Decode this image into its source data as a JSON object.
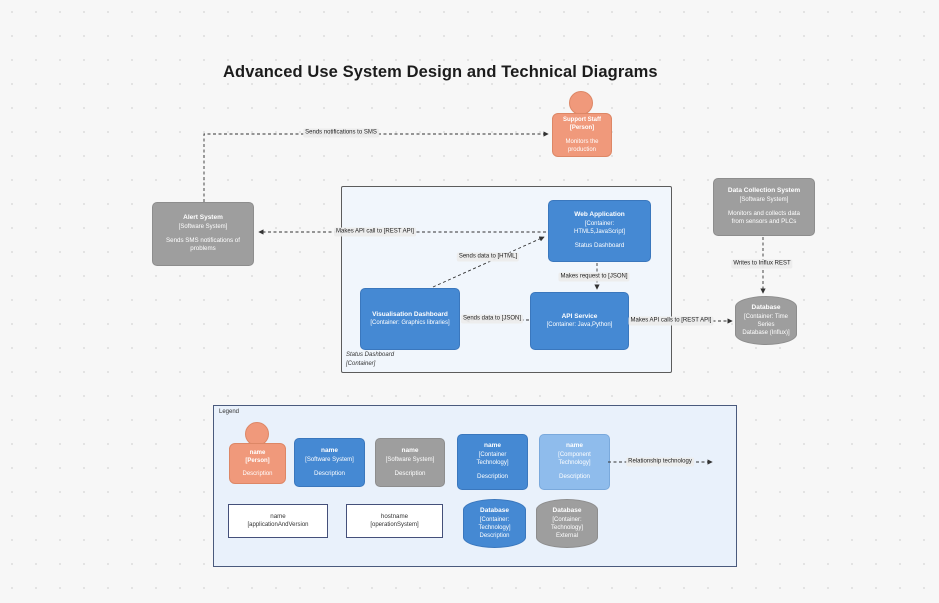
{
  "title": "Advanced Use System Design and Technical Diagrams",
  "colors": {
    "person_orange": "#F0997B",
    "container_blue": "#4589D3",
    "component_blue": "#8FBCEC",
    "external_gray": "#9E9E9E",
    "boundary_fill": "#F1F6FC",
    "legend_fill": "#E9F1FB",
    "canvas_bg": "#F7F7F7",
    "edge_color": "#333333"
  },
  "nodes": {
    "support_staff": {
      "name": "Support Staff\n[Person]",
      "desc": "Monitors the\nproduction"
    },
    "alert_system": {
      "name": "Alert System",
      "type": "[Software System]",
      "desc": "Sends SMS notifications of\nproblems"
    },
    "web_application": {
      "name": "Web Application",
      "type": "[Container:\nHTML5,JavaScript]",
      "desc": "Status Dashboard"
    },
    "visualisation_dashboard": {
      "name": "Visualisation Dashboard",
      "type": "[Container: Graphics libraries]"
    },
    "api_service": {
      "name": "API Service",
      "type": "[Container: Java,Python]"
    },
    "data_collection_system": {
      "name": "Data Collection System",
      "type": "[Software System]",
      "desc": "Monitors and collects data\nfrom sensors and PLCs"
    },
    "database": {
      "name": "Database",
      "type": "[Container: Time\nSeries\nDatabase (Influx)]"
    }
  },
  "boundary": {
    "label": "Status Dashboard\n[Container]"
  },
  "edges": {
    "sends_sms": "Sends notifications to SMS",
    "makes_api_call": "Makes API call to [REST API]",
    "sends_data_html": "Sends data to [HTML]",
    "makes_request_json": "Makes request to [JSON]",
    "sends_data_json": "Sends data to [JSON]",
    "makes_api_calls": "Makes API calls to [REST API]",
    "writes_influx": "Writes to Influx REST"
  },
  "legend": {
    "label": "Legend",
    "person": {
      "name": "name\n[Person]",
      "desc": "Description"
    },
    "system_internal": {
      "name": "name",
      "type": "[Software System]",
      "desc": "Description"
    },
    "system_external": {
      "name": "name",
      "type": "[Software System]",
      "desc": "Description"
    },
    "container": {
      "name": "name",
      "type": "[Container\nTechnology]",
      "desc": "Description"
    },
    "component": {
      "name": "name",
      "type": "[Component\nTechnology]",
      "desc": "Description"
    },
    "relationship": "Relationship technology",
    "application": {
      "name": "name",
      "type": "[applicationAndVersion"
    },
    "host": {
      "name": "hostname",
      "type": "[operationSystem]"
    },
    "database_internal": {
      "name": "Database",
      "type": "[Container:\nTechnology]",
      "desc": "Description"
    },
    "database_external": {
      "name": "Database",
      "type": "[Container:\nTechnology]",
      "desc": "External"
    }
  }
}
